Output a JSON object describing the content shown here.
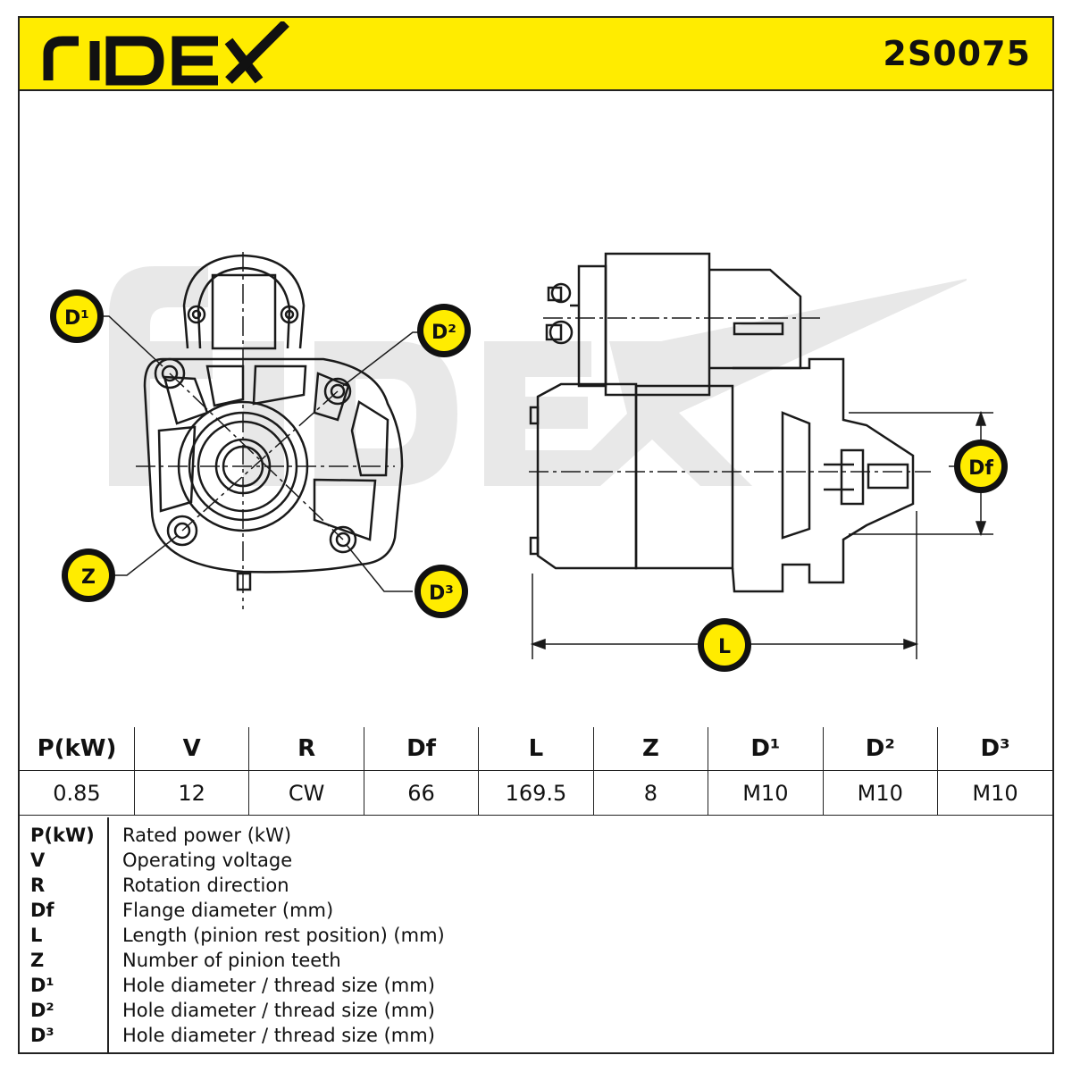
{
  "brand": "RIDEX",
  "part_number": "2S0075",
  "colors": {
    "header_bg": "#ffec00",
    "badge_bg": "#ffec00",
    "badge_fg": "#111111",
    "watermark": "#e6e6e6",
    "line": "#1a1a1a"
  },
  "callouts": {
    "d1": "D¹",
    "d2": "D²",
    "d3": "D³",
    "z": "Z",
    "df": "Df",
    "l": "L"
  },
  "spec_table": {
    "headers": [
      "P(kW)",
      "V",
      "R",
      "Df",
      "L",
      "Z",
      "D¹",
      "D²",
      "D³"
    ],
    "values": [
      "0.85",
      "12",
      "CW",
      "66",
      "169.5",
      "8",
      "M10",
      "M10",
      "M10"
    ]
  },
  "legend": [
    {
      "symbol": "P(kW)",
      "description": "Rated power (kW)"
    },
    {
      "symbol": "V",
      "description": "Operating voltage"
    },
    {
      "symbol": "R",
      "description": "Rotation direction"
    },
    {
      "symbol": "Df",
      "description": "Flange diameter (mm)"
    },
    {
      "symbol": "L",
      "description": "Length (pinion rest position) (mm)"
    },
    {
      "symbol": "Z",
      "description": "Number of pinion teeth"
    },
    {
      "symbol": "D¹",
      "description": "Hole diameter / thread size (mm)"
    },
    {
      "symbol": "D²",
      "description": "Hole diameter / thread size (mm)"
    },
    {
      "symbol": "D³",
      "description": "Hole diameter / thread size (mm)"
    }
  ]
}
